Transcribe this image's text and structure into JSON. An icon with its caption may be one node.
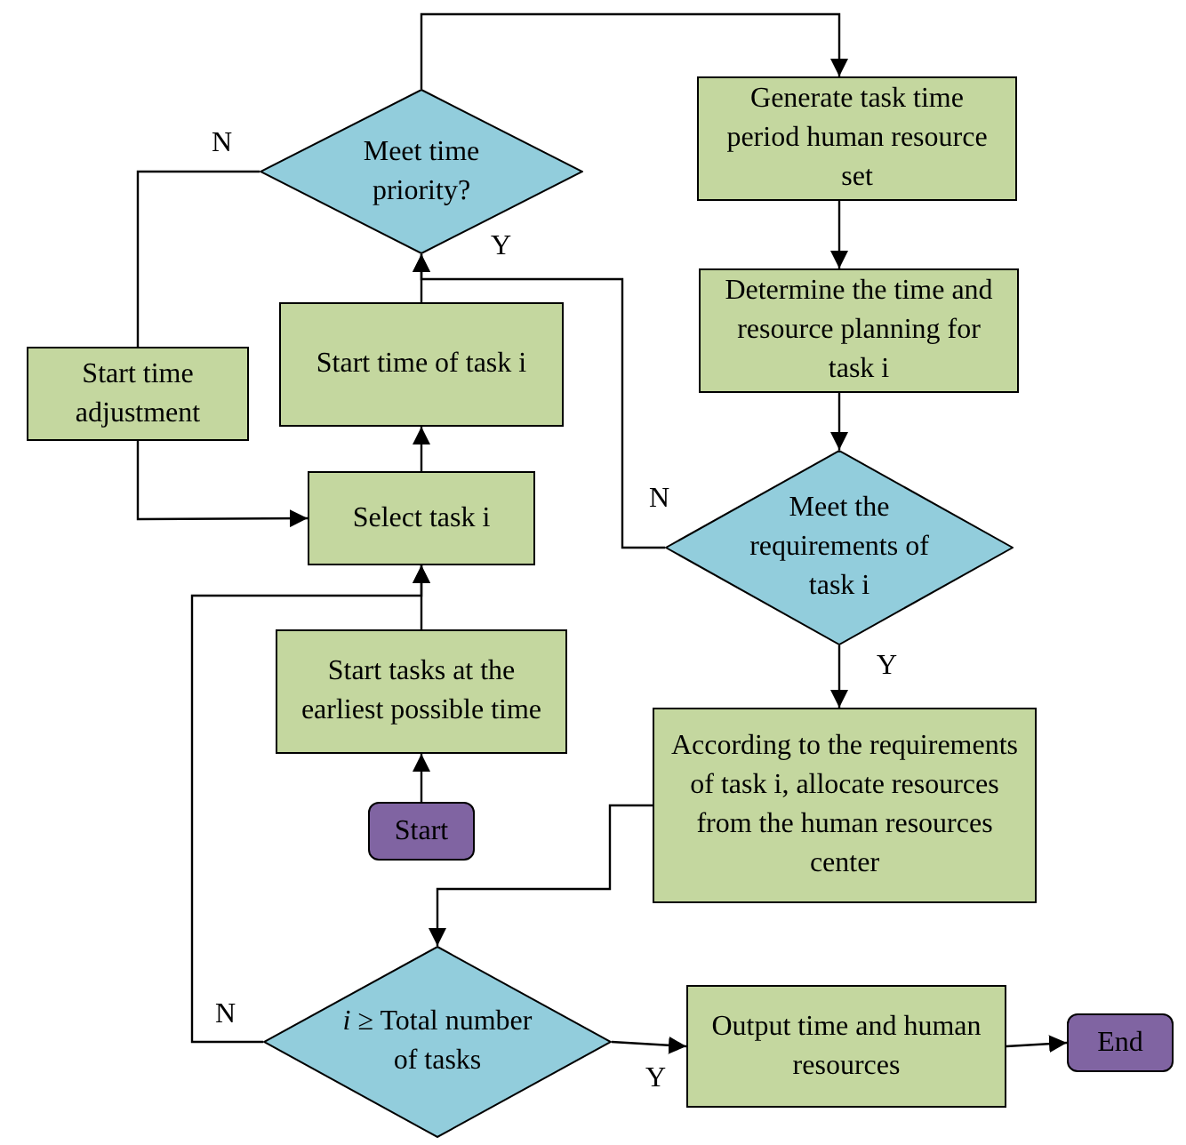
{
  "diagram": {
    "nodes": [
      {
        "text": [
          "Start"
        ]
      },
      {
        "text": [
          "Start tasks at the earliest possible time"
        ]
      },
      {
        "text": [
          "Select task i"
        ]
      },
      {
        "text": [
          "Start time of task i"
        ]
      },
      {
        "text": [
          "Start time adjustment"
        ]
      },
      {
        "text": [
          "Meet time priority?"
        ]
      },
      {
        "text": [
          "Generate task time period human resource set"
        ]
      },
      {
        "text": [
          "Determine the time and resource planning for task i"
        ]
      },
      {
        "text": [
          "Meet the requirements of task i"
        ]
      },
      {
        "text": [
          "According to the requirements of task i, allocate resources from the human resources center"
        ]
      },
      {
        "text": [
          "*i* ≥ Total number of tasks"
        ]
      },
      {
        "text": [
          "Output time and human resources"
        ]
      },
      {
        "text": [
          "End"
        ]
      }
    ],
    "edges": [
      {
        "from": 0,
        "to": 1,
        "arrow": "to"
      },
      {
        "from": 1,
        "to": 2,
        "arrow": "to"
      },
      {
        "from": 2,
        "to": 3,
        "arrow": "to"
      },
      {
        "from": 3,
        "to": 5,
        "arrow": "to"
      },
      {
        "from": 5,
        "to": 4,
        "arrow": "none",
        "label": "N"
      },
      {
        "from": 4,
        "to": 2,
        "arrow": "to"
      },
      {
        "from": 5,
        "to": 6,
        "arrow": "to"
      },
      {
        "from": 6,
        "to": 7,
        "arrow": "to"
      },
      {
        "from": 7,
        "to": 8,
        "arrow": "to"
      },
      {
        "from": 8,
        "to": 5,
        "arrow": "to",
        "label": "N"
      },
      {
        "from": 8,
        "to": 9,
        "arrow": "to",
        "label": "Y"
      },
      {
        "from": 9,
        "to": 10,
        "arrow": "to"
      },
      {
        "from": 10,
        "to": 2,
        "arrow": "to",
        "label": "N"
      },
      {
        "from": 10,
        "to": 11,
        "arrow": "to",
        "label": "Y"
      },
      {
        "from": 11,
        "to": 12,
        "arrow": "to"
      }
    ],
    "labels": [
      "Y"
    ]
  }
}
